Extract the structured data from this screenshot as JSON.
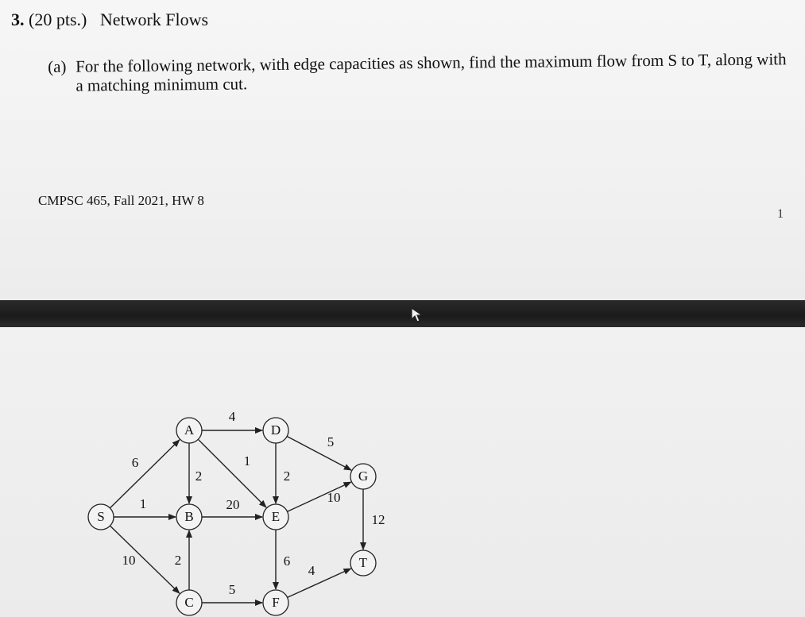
{
  "problem": {
    "number": "3.",
    "points": "(20 pts.)",
    "title": "Network Flows"
  },
  "part_a": {
    "label": "(a)",
    "text": "For the following network, with edge capacities as shown, find the maximum flow from S to T, along with a matching minimum cut."
  },
  "footer": {
    "course": "CMPSC 465, Fall 2021, HW 8",
    "page_number": "1"
  },
  "graph": {
    "nodes": [
      "S",
      "A",
      "B",
      "C",
      "D",
      "E",
      "F",
      "G",
      "T"
    ],
    "edges": [
      {
        "from": "S",
        "to": "A",
        "capacity": "6"
      },
      {
        "from": "S",
        "to": "B",
        "capacity": "1"
      },
      {
        "from": "S",
        "to": "C",
        "capacity": "10"
      },
      {
        "from": "A",
        "to": "D",
        "capacity": "4"
      },
      {
        "from": "A",
        "to": "B",
        "capacity": "2"
      },
      {
        "from": "A",
        "to": "E",
        "capacity": "1"
      },
      {
        "from": "C",
        "to": "B",
        "capacity": "2"
      },
      {
        "from": "B",
        "to": "E",
        "capacity": "20"
      },
      {
        "from": "D",
        "to": "E",
        "capacity": "2"
      },
      {
        "from": "D",
        "to": "G",
        "capacity": "5"
      },
      {
        "from": "E",
        "to": "G",
        "capacity": "10"
      },
      {
        "from": "E",
        "to": "F",
        "capacity": "6"
      },
      {
        "from": "C",
        "to": "F",
        "capacity": "5"
      },
      {
        "from": "F",
        "to": "T",
        "capacity": "4"
      },
      {
        "from": "G",
        "to": "T",
        "capacity": "12"
      }
    ]
  }
}
